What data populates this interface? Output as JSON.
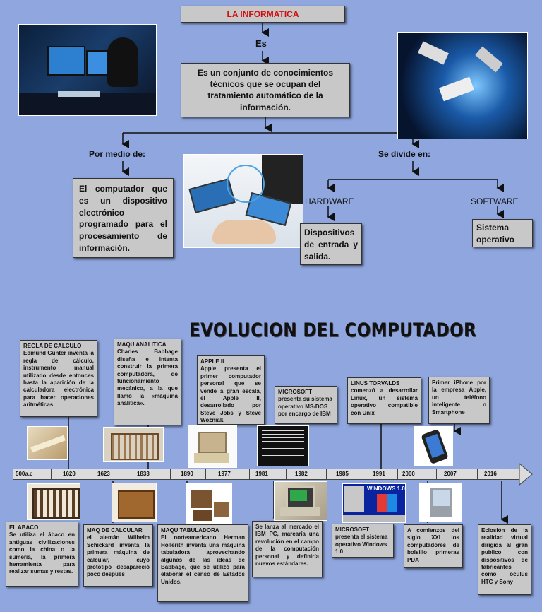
{
  "top": {
    "title": "LA INFORMATICA",
    "es_label": "Es",
    "definition": "Es un conjunto de conocimientos técnicos que se ocupan del tratamiento automático de la información.",
    "por_medio_label": "Por medio de:",
    "divide_label": "Se divide en:",
    "computador_text": "El computador que es un dispositivo electrónico programado para el procesamiento de información.",
    "hardware_label": "HARDWARE",
    "software_label": "SOFTWARE",
    "hardware_text": "Dispositivos de entrada y salida.",
    "software_text": "Sistema operativo"
  },
  "evolution": {
    "title": "EVOLUCION DEL COMPUTADOR",
    "years": [
      "500a.c",
      "1620",
      "1623",
      "1833",
      "1890",
      "1977",
      "1981",
      "1982",
      "1985",
      "1991",
      "2000",
      "2007",
      "2016"
    ],
    "events": {
      "regla": {
        "heading": "REGLA DE CALCULO",
        "text": "Edmund Gunter inventa la regla de cálculo, instrumento manual utilizado desde entonces hasta la aparición de la calculadora electrónica para hacer operaciones aritméticas."
      },
      "analitica": {
        "heading": "MAQU ANALITICA",
        "text": "Charles Babbage diseña e intenta construir la primera computadora, de funcionamiento mecánico, a la que llamó la «máquina analítica»."
      },
      "apple": {
        "heading": "APPLE II",
        "text": "Apple presenta el primer computador personal que se vende a gran escala, el Apple II, desarrollado por Steve Jobs y Steve Wozniak."
      },
      "msdos": {
        "heading": "MICROSOFT",
        "text": "presenta su sistema operativo MS-DOS por encargo de IBM"
      },
      "linux": {
        "heading": "LINUS TORVALDS",
        "text": "comenzó a desarrollar Linux, un sistema operativo compatible con Unix"
      },
      "iphone": {
        "heading": "",
        "text": "Primer iPhone por la empresa Apple, un teléfono inteligente o Smartphone"
      },
      "abaco": {
        "heading": "EL ABACO",
        "text": "Se utiliza el ábaco en antiguas civilizaciones como la china o la sumeria, la primera herramienta para realizar sumas y restas."
      },
      "calcular": {
        "heading": "MAQ DE CALCULAR",
        "text": "el alemán Wilhelm Schickard inventa la primera máquina de calcular, cuyo prototipo desapareció poco después"
      },
      "tabuladora": {
        "heading": "MAQU TABULADORA",
        "text": "El norteamericano Herman Hollerith inventa una máquina tabuladora aprovechando algunas de las ideas de Babbage, que se utilizó para elaborar el censo de Estados Unidos."
      },
      "ibmpc": {
        "heading": "",
        "text": "Se lanza al mercado el IBM PC, marcaría una revolución en el campo de la computación personal y definiría nuevos estándares."
      },
      "windows": {
        "heading": "MICROSOFT",
        "text": "presenta el sistema operativo Windows 1.0"
      },
      "pda": {
        "heading": "",
        "text": "A comienzos del siglo XXI los computadores de bolsillo primeras PDA"
      },
      "vr": {
        "heading": "",
        "text": "Eclosión de la realidad virtual dirigida al gran publico con dispositivos de fabricantes como oculus HTC y Sony"
      }
    },
    "windows_logo_text": "WINDOWS 1.0"
  },
  "colors": {
    "background": "#8fa6de",
    "box": "#c8c8c8",
    "title_red": "#d01010"
  }
}
